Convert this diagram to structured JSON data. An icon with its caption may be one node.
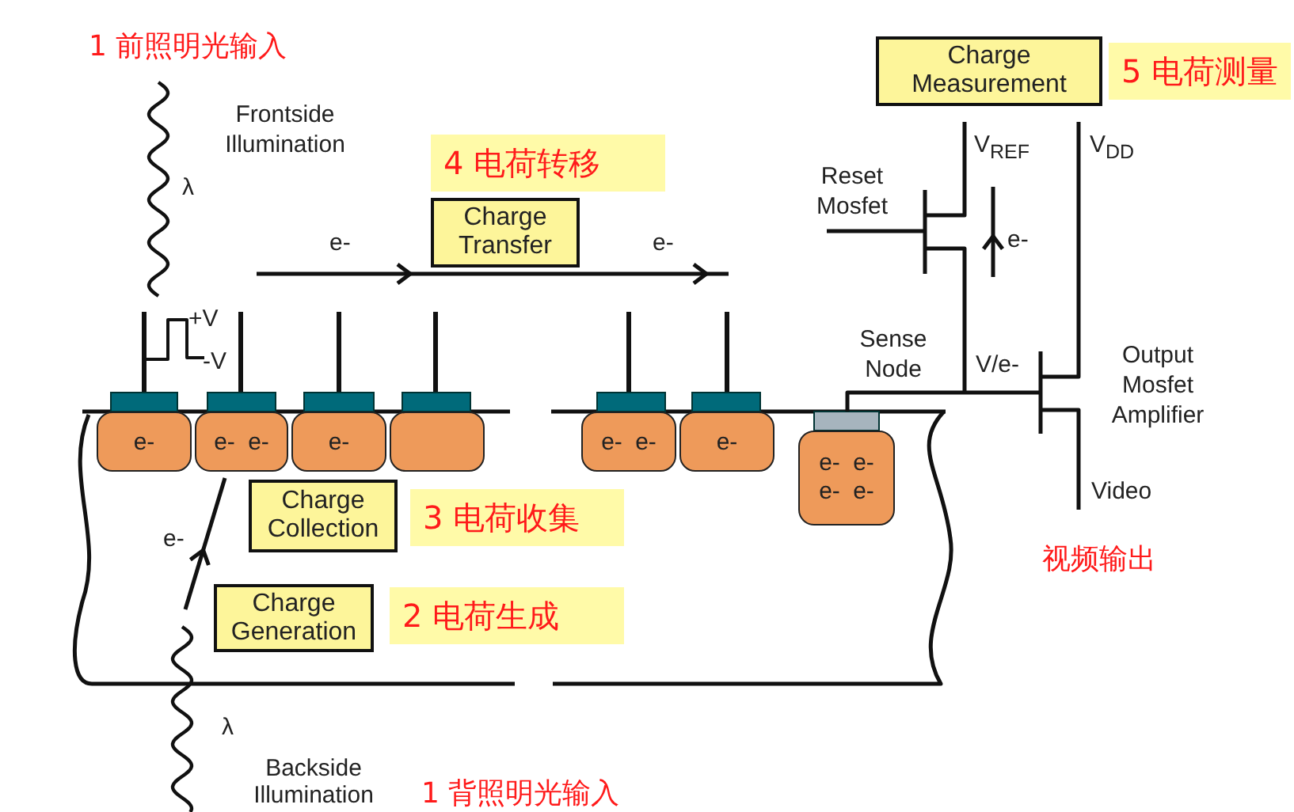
{
  "diagram": {
    "nodes": [
      {
        "text": [
          "Charge Measurement"
        ]
      },
      {
        "text": [
          "5 电荷测量"
        ]
      },
      {
        "text": [
          "4 电荷转移"
        ]
      },
      {
        "text": [
          "Charge Transfer"
        ]
      },
      {
        "text": [
          "e-"
        ]
      },
      {
        "text": [
          "e- e-"
        ]
      },
      {
        "text": [
          "e-"
        ]
      },
      {
        "text": [],
        "shape": "box"
      },
      {
        "text": [
          "e- e-"
        ]
      },
      {
        "text": [
          "e-"
        ]
      },
      {
        "text": [
          "e- e- e- e-"
        ]
      },
      {
        "text": [
          "Charge Collection"
        ]
      },
      {
        "text": [
          "3 电荷收集"
        ]
      },
      {
        "text": [
          "Charge Generation"
        ]
      },
      {
        "text": [
          "2 电荷生成"
        ]
      }
    ],
    "labels": [
      "1 前照明光输入",
      "Frontside Illumination",
      "V$_{REF}$",
      "V$_{DD}$",
      "λ",
      "Reset Mosfet",
      "e-",
      "e-",
      "e-",
      "+V",
      "Sense Node",
      "-V",
      "V/e-",
      "Output Mosfet Amplifier",
      "Video",
      "e-",
      "视频输出",
      "λ",
      "Backside Illumination",
      "1 背照明光输入"
    ]
  }
}
